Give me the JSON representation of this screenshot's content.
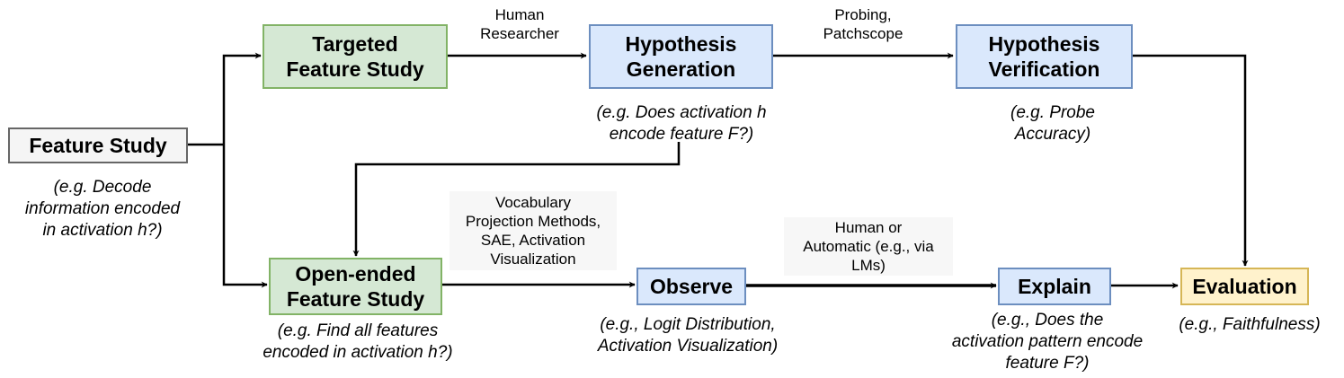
{
  "nodes": {
    "feature_study": "Feature Study",
    "targeted_feature_study": "Targeted\nFeature Study",
    "hypothesis_generation": "Hypothesis\nGeneration",
    "hypothesis_verification": "Hypothesis\nVerification",
    "open_ended_feature_study": "Open-ended\nFeature Study",
    "observe": "Observe",
    "explain": "Explain",
    "evaluation": "Evaluation"
  },
  "notes": {
    "feature_study": "(e.g. Decode\ninformation encoded\nin activation h?)",
    "hypothesis_generation": "(e.g. Does activation h\nencode feature F?)",
    "hypothesis_verification": "(e.g. Probe\nAccuracy)",
    "open_ended_feature_study": "(e.g. Find all features\nencoded in activation h?)",
    "observe": "(e.g., Logit Distribution,\nActivation Visualization)",
    "explain": "(e.g., Does the\nactivation pattern encode\nfeature F?)",
    "evaluation": "(e.g., Faithfulness)"
  },
  "edge_labels": {
    "human_researcher": "Human\nResearcher",
    "probing_patchscope": "Probing,\nPatchscope",
    "vocabulary_projection": "Vocabulary\nProjection Methods,\nSAE, Activation\nVisualization",
    "human_or_automatic": "Human or\nAutomatic (e.g., via\nLMs)"
  },
  "colors": {
    "gray_border": "#666666",
    "gray_fill": "#f5f5f5",
    "green_border": "#82b366",
    "green_fill": "#d5e8d4",
    "blue_border": "#6c8ebf",
    "blue_fill": "#dae8fc",
    "yellow_border": "#d6b656",
    "yellow_fill": "#fff2cc"
  }
}
